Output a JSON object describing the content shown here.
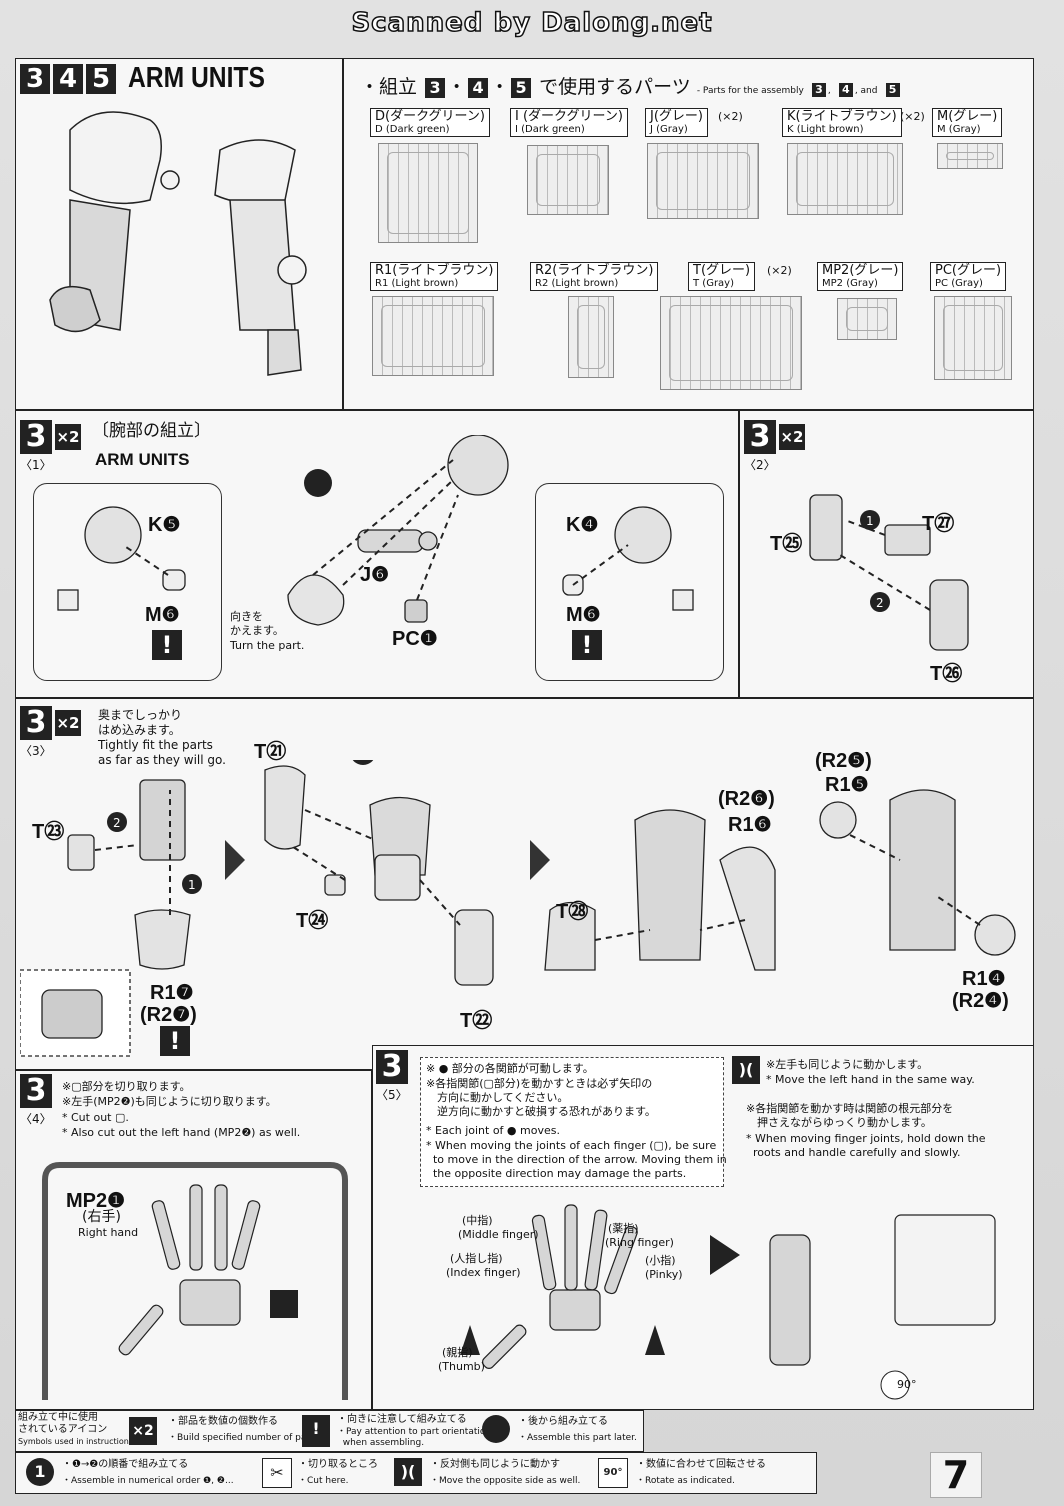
{
  "watermark": "Scanned by Dalong.net",
  "header": {
    "step_numbers": [
      "3",
      "4",
      "5"
    ],
    "title": "ARM UNITS",
    "parts_title_jp": "・組立",
    "parts_title_jp2": "で使用するパーツ",
    "parts_title_en": "- Parts for the assembly",
    "parts_title_and": ", and"
  },
  "parts": [
    {
      "jp": "D(ダークグリーン)",
      "en": "D (Dark green)",
      "qty": ""
    },
    {
      "jp": "I (ダークグリーン)",
      "en": "I (Dark green)",
      "qty": ""
    },
    {
      "jp": "J(グレー)",
      "en": "J (Gray)",
      "qty": "(×2)"
    },
    {
      "jp": "K(ライトブラウン)",
      "en": "K (Light brown)",
      "qty": "(×2)"
    },
    {
      "jp": "M(グレー)",
      "en": "M (Gray)",
      "qty": ""
    },
    {
      "jp": "R1(ライトブラウン)",
      "en": "R1 (Light brown)",
      "qty": ""
    },
    {
      "jp": "R2(ライトブラウン)",
      "en": "R2 (Light brown)",
      "qty": ""
    },
    {
      "jp": "T(グレー)",
      "en": "T (Gray)",
      "qty": "(×2)"
    },
    {
      "jp": "MP2(グレー)",
      "en": "MP2 (Gray)",
      "qty": ""
    },
    {
      "jp": "PC(グレー)",
      "en": "PC (Gray)",
      "qty": ""
    }
  ],
  "step31": {
    "num": "3",
    "x2": "×2",
    "sub": "〈1〉",
    "title_jp": "〔腕部の組立〕",
    "title_en": "ARM UNITS",
    "labels": {
      "k5": "K❺",
      "m6a": "M❻",
      "j6": "J❻",
      "pcj": "PC❶",
      "k4": "K❹",
      "m6b": "M❻"
    },
    "turn_jp": "向きを\nかえます。",
    "turn_en": "Turn the part."
  },
  "step32": {
    "num": "3",
    "x2": "×2",
    "sub": "〈2〉",
    "labels": {
      "t25": "T㉕",
      "t27": "T㉗",
      "t26": "T㉖"
    }
  },
  "step33": {
    "num": "3",
    "x2": "×2",
    "sub": "〈3〉",
    "note_jp": "奥までしっかり\nはめ込みます。",
    "note_en": "Tightly fit the parts\nas far as they will go.",
    "labels": {
      "t23": "T㉓",
      "r17": "R1❼",
      "r27": "(R2❼)",
      "t21": "T㉑",
      "t24": "T㉔",
      "t22": "T㉒",
      "t28": "T㉘",
      "r26": "(R2❻)",
      "r16": "R1❻",
      "r25": "(R2❺)",
      "r15": "R1❺",
      "r14": "R1❹",
      "r24": "(R2❹)"
    }
  },
  "step34": {
    "num": "3",
    "sub": "〈4〉",
    "note_jp1": "※▢部分を切り取ります。",
    "note_jp2": "※左手(MP2❷)も同じように切り取ります。",
    "note_en1": "* Cut out ▢.",
    "note_en2": "* Also cut out the left hand (MP2❷) as well.",
    "mp2": "MP2❶",
    "right_jp": "(右手)",
    "right_en": "Right hand"
  },
  "step35": {
    "num": "3",
    "sub": "〈5〉",
    "note_jp1": "※ ● 部分の各関節が可動します。",
    "note_jp2": "※各指関節(▢部分)を動かすときは必ず矢印の\n　方向に動かしてください。\n　逆方向に動かすと破損する恐れがあります。",
    "note_en1": "* Each joint of ● moves.",
    "note_en2": "* When moving the joints of each finger (▢), be sure\n  to move in the direction of the arrow. Moving them in\n  the opposite direction may damage the parts.",
    "fingers": {
      "middle_jp": "(中指)",
      "middle_en": "(Middle finger)",
      "ring_jp": "(薬指)",
      "ring_en": "(Ring finger)",
      "index_jp": "(人指し指)",
      "index_en": "(Index finger)",
      "pinky_jp": "(小指)",
      "pinky_en": "(Pinky)",
      "thumb_jp": "(親指)",
      "thumb_en": "(Thumb)"
    },
    "left_jp": "※左手も同じように動かします。",
    "left_en": "* Move the left hand in the same way.",
    "joint_jp": "※各指関節を動かす時は関節の根元部分を\n　押さえながらゆっくり動かします。",
    "joint_en": "* When moving finger joints, hold down the\n  roots and handle carefully and slowly.",
    "rot": "90°"
  },
  "legend": {
    "title_jp": "組み立て中に使用\nされているアイコン",
    "title_en": "Symbols used in instructions",
    "x2": "×2",
    "count_jp": "・部品を数値の個数作る",
    "count_en": "・Build specified number of parts.",
    "warn_jp": "・向きに注意して組み立てる",
    "warn_en": "・Pay attention to part orientation\n  when assembling.",
    "later_jp": "・後から組み立てる",
    "later_en": "・Assemble this part later.",
    "order_icon": "1",
    "order_jp": "・❶→❷の順番で組み立てる",
    "order_en": "・Assemble in numerical order ❶, ❷...",
    "cut_jp": "・切り取るところ",
    "cut_en": "・Cut here.",
    "opp_jp": "・反対側も同じように動かす",
    "opp_en": "・Move the opposite side as well.",
    "rot_icon": "90°",
    "rot_jp": "・数値に合わせて回転させる",
    "rot_en": "・Rotate as indicated."
  },
  "page_number": "7"
}
